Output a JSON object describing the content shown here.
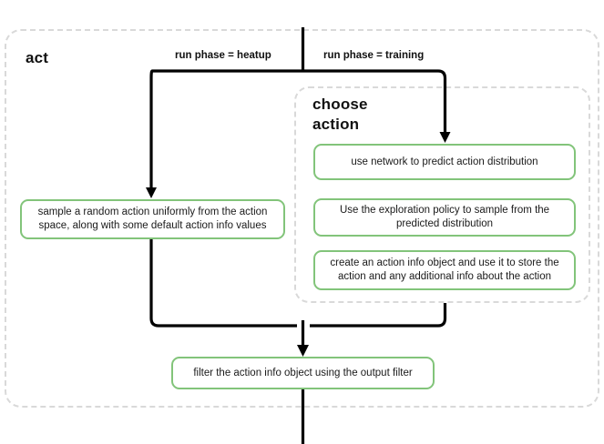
{
  "diagram": {
    "title": "act",
    "type": "flowchart",
    "groups": [
      {
        "id": "act",
        "label": "act",
        "style": "dashed-rounded"
      },
      {
        "id": "choose-action",
        "label": "choose action",
        "style": "dashed-rounded"
      }
    ],
    "colors": {
      "node_border": "#82c47a",
      "node_fill": "#ffffff",
      "group_border": "#d9d9d9",
      "edge": "#000000",
      "text": "#1a1a1a",
      "background": "#ffffff"
    }
  },
  "labels": {
    "heatup_branch": "run phase = heatup",
    "training_branch": "run phase = training"
  },
  "nodes": {
    "heatup_sample": "sample a random action uniformly from the action space, along with some default action info values",
    "predict": "use network to predict action distribution",
    "explore": "Use the exploration policy to sample from the predicted distribution",
    "action_info": "create an action info object and use it to store the action and any additional info about the action",
    "filter": "filter the action info object using the output filter"
  },
  "edges": [
    {
      "name": "entry-split",
      "from": "top",
      "to": "branch-split"
    },
    {
      "name": "heatup-edge",
      "from": "branch-split",
      "to": "heatup_sample",
      "label": "run phase = heatup"
    },
    {
      "name": "training-edge",
      "from": "branch-split",
      "to": "predict",
      "label": "run phase = training"
    },
    {
      "name": "heatup-to-merge",
      "from": "heatup_sample",
      "to": "merge"
    },
    {
      "name": "choose-to-merge",
      "from": "choose-action",
      "to": "merge"
    },
    {
      "name": "merge-to-filter",
      "from": "merge",
      "to": "filter"
    },
    {
      "name": "filter-exit",
      "from": "filter",
      "to": "bottom"
    }
  ]
}
